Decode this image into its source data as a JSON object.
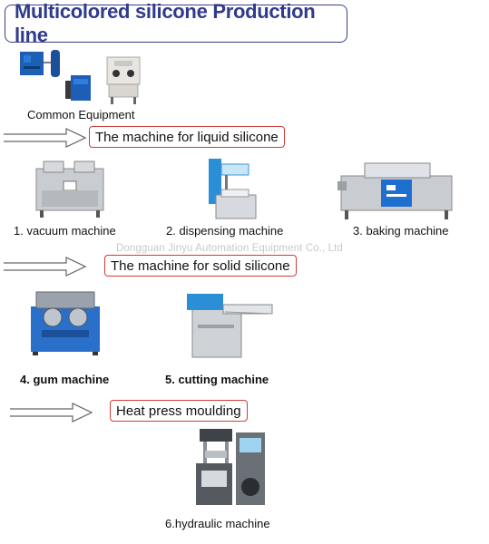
{
  "header": {
    "title": "Multicolored silicone Production line"
  },
  "common": {
    "label": "Common Equipment"
  },
  "sections": {
    "liquid": "The machine for liquid silicone",
    "solid": "The machine for solid silicone",
    "heat": "Heat press moulding"
  },
  "machines": {
    "m1": "1. vacuum machine",
    "m2": "2. dispensing machine",
    "m3": "3. baking machine",
    "m4": "4. gum machine",
    "m5": "5. cutting machine",
    "m6": "6.hydraulic machine"
  },
  "watermark": "Dongguan Jinyu Automation Equipment Co., Ltd",
  "colors": {
    "title": "#2f3a8c",
    "title_border": "#3a3f8a",
    "section_border": "#d23a3a",
    "machine_blue": "#1f6fd0"
  }
}
